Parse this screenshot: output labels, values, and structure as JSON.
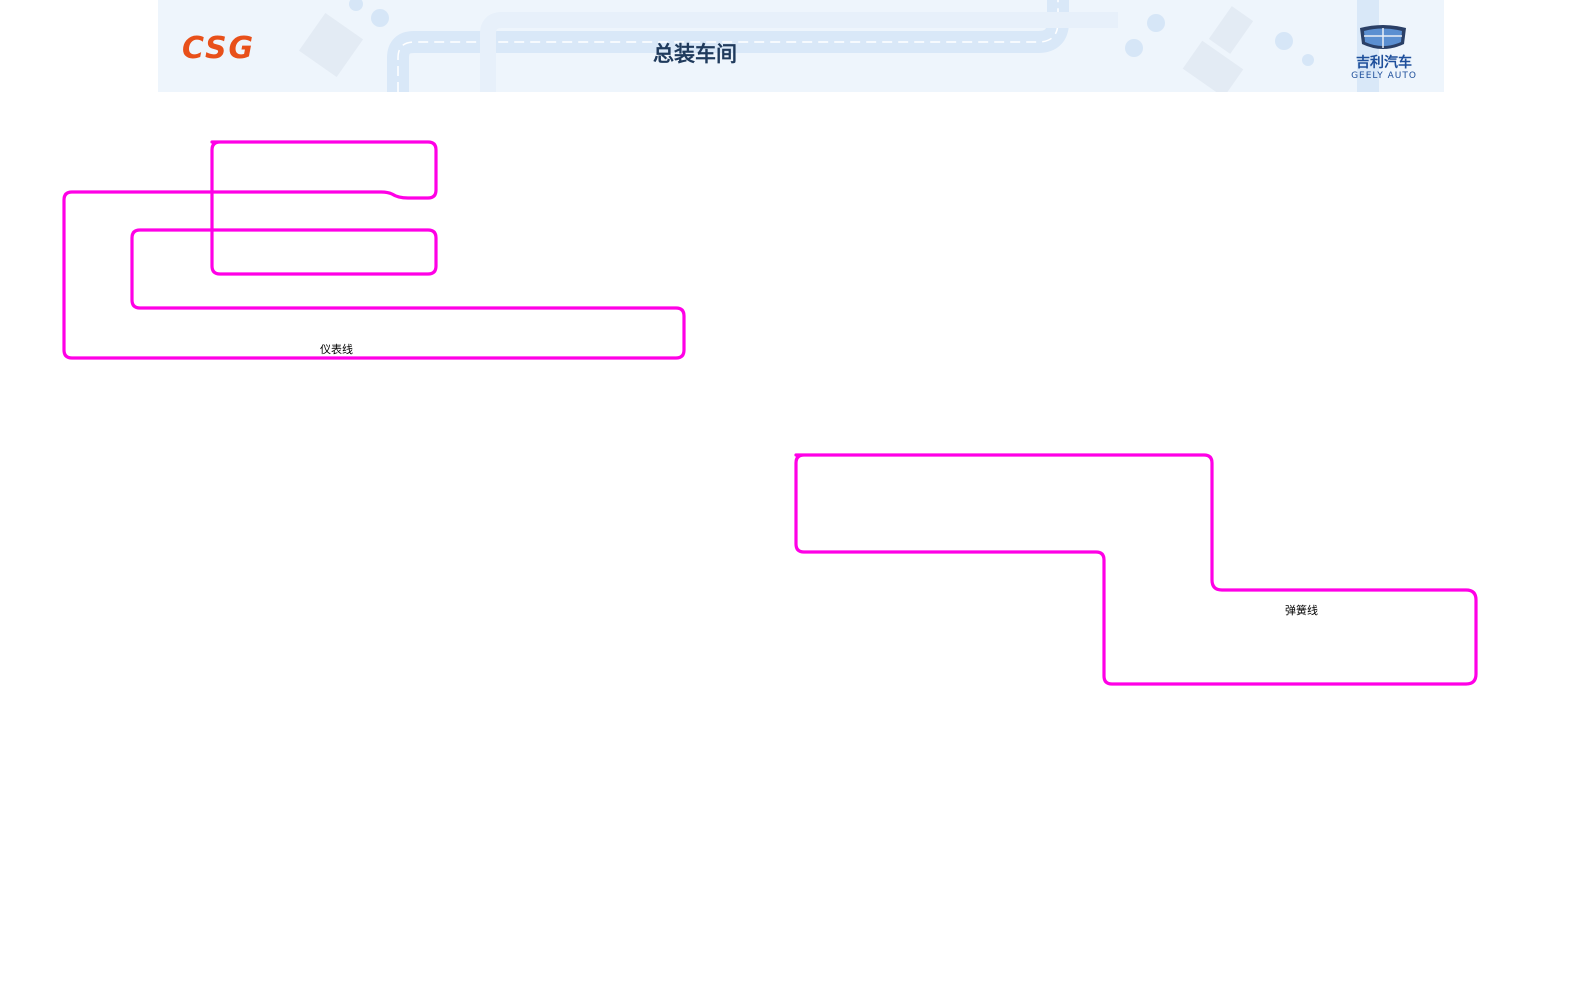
{
  "header": {
    "brand_left": "CSG",
    "title": "总装车间",
    "brand_right_cn": "吉利汽车",
    "brand_right_en": "GEELY AUTO"
  },
  "diagram": {
    "line_color": "#ff00e6",
    "lines": [
      {
        "label": "仪表线"
      },
      {
        "label": "弹簧线"
      }
    ]
  },
  "colors": {
    "banner_bg": "#eef5fc",
    "title_text": "#1f3a5c",
    "csg_logo": "#e8501a",
    "geely_blue": "#1e4f9b"
  },
  "icons": {
    "left_logo": "csg-logo",
    "right_logo": "geely-badge-icon"
  }
}
